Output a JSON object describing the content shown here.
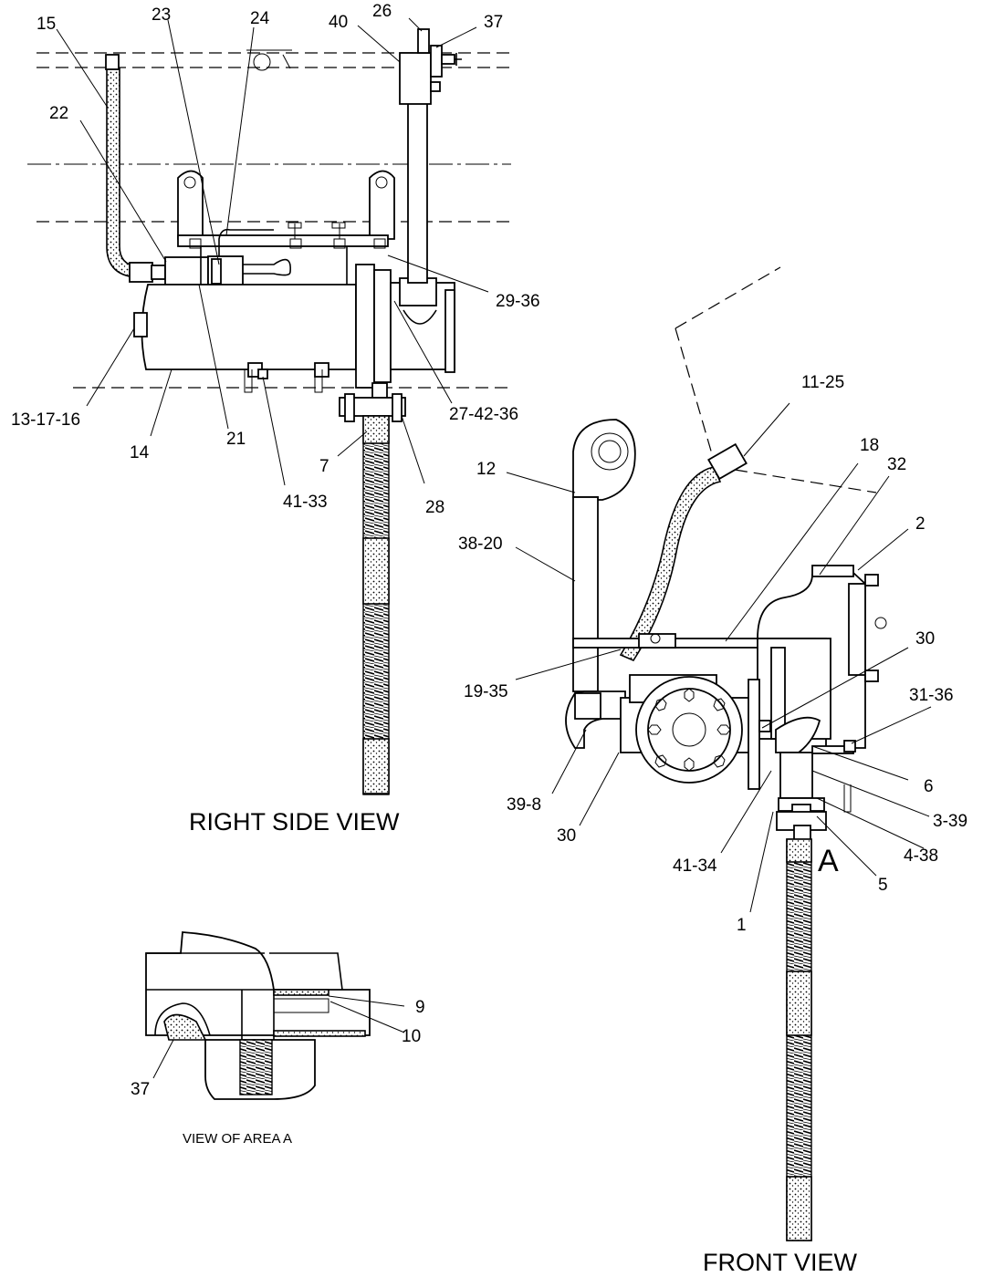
{
  "views": {
    "right_side": "RIGHT SIDE VIEW",
    "front": "FRONT VIEW",
    "area_a": "VIEW OF AREA A",
    "area_marker": "A"
  },
  "callouts": {
    "c15": "15",
    "c23": "23",
    "c24": "24",
    "c40": "40",
    "c26": "26",
    "c37a": "37",
    "c22": "22",
    "c29_36": "29-36",
    "c27_42_36": "27-42-36",
    "c13_17_16": "13-17-16",
    "c14": "14",
    "c21": "21",
    "c41_33": "41-33",
    "c7": "7",
    "c28": "28",
    "c11_25": "11-25",
    "c18": "18",
    "c32": "32",
    "c12": "12",
    "c2": "2",
    "c38_20": "38-20",
    "c30a": "30",
    "c19_35": "19-35",
    "c31_36": "31-36",
    "c6": "6",
    "c39_8": "39-8",
    "c3_39": "3-39",
    "c30b": "30",
    "c41_34": "41-34",
    "c4_38": "4-38",
    "c5": "5",
    "c1": "1",
    "c9": "9",
    "c10": "10",
    "c37b": "37"
  }
}
